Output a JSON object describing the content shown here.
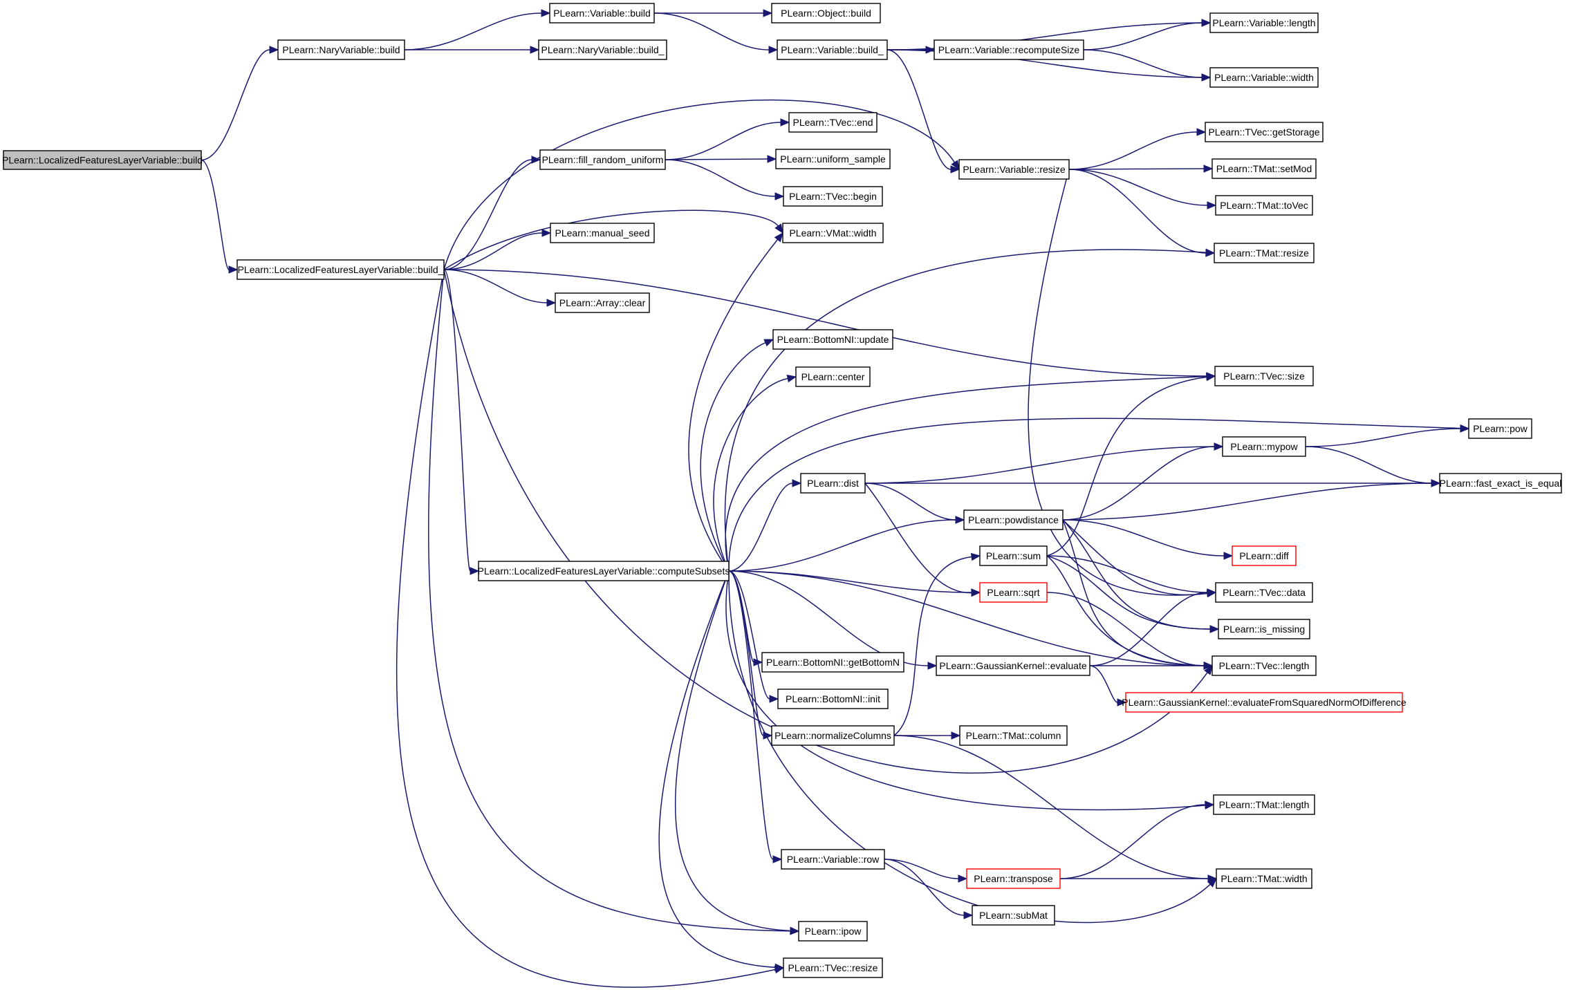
{
  "colors": {
    "edge": "#191970",
    "node_border": "#000000",
    "truncated_border": "#ff0000",
    "root_fill": "#bfbfbf",
    "node_fill": "#ffffff"
  },
  "nodes": [
    {
      "id": "lflv_build",
      "label": "PLearn::LocalizedFeaturesLayerVariable::build",
      "root": true
    },
    {
      "id": "nary_build",
      "label": "PLearn::NaryVariable::build"
    },
    {
      "id": "lflv_build_",
      "label": "PLearn::LocalizedFeaturesLayerVariable::build_"
    },
    {
      "id": "var_build",
      "label": "PLearn::Variable::build"
    },
    {
      "id": "nary_build_",
      "label": "PLearn::NaryVariable::build_"
    },
    {
      "id": "obj_build",
      "label": "PLearn::Object::build"
    },
    {
      "id": "var_build_",
      "label": "PLearn::Variable::build_"
    },
    {
      "id": "var_recompute",
      "label": "PLearn::Variable::recomputeSize"
    },
    {
      "id": "var_length",
      "label": "PLearn::Variable::length"
    },
    {
      "id": "var_width",
      "label": "PLearn::Variable::width"
    },
    {
      "id": "var_resize",
      "label": "PLearn::Variable::resize"
    },
    {
      "id": "tvec_getstorage",
      "label": "PLearn::TVec::getStorage"
    },
    {
      "id": "tmat_setmod",
      "label": "PLearn::TMat::setMod"
    },
    {
      "id": "tmat_tovec",
      "label": "PLearn::TMat::toVec"
    },
    {
      "id": "tmat_resize",
      "label": "PLearn::TMat::resize"
    },
    {
      "id": "fill_random",
      "label": "PLearn::fill_random_uniform"
    },
    {
      "id": "tvec_end",
      "label": "PLearn::TVec::end"
    },
    {
      "id": "uniform_sample",
      "label": "PLearn::uniform_sample"
    },
    {
      "id": "tvec_begin",
      "label": "PLearn::TVec::begin"
    },
    {
      "id": "vmat_width",
      "label": "PLearn::VMat::width"
    },
    {
      "id": "manual_seed",
      "label": "PLearn::manual_seed"
    },
    {
      "id": "array_clear",
      "label": "PLearn::Array::clear"
    },
    {
      "id": "bottomnl_update",
      "label": "PLearn::BottomNI::update"
    },
    {
      "id": "center",
      "label": "PLearn::center"
    },
    {
      "id": "tvec_size",
      "label": "PLearn::TVec::size"
    },
    {
      "id": "pow",
      "label": "PLearn::pow"
    },
    {
      "id": "mypow",
      "label": "PLearn::mypow"
    },
    {
      "id": "dist",
      "label": "PLearn::dist"
    },
    {
      "id": "fast_exact",
      "label": "PLearn::fast_exact_is_equal"
    },
    {
      "id": "powdistance",
      "label": "PLearn::powdistance"
    },
    {
      "id": "diff",
      "label": "PLearn::diff",
      "truncated": true
    },
    {
      "id": "compute_subsets",
      "label": "PLearn::LocalizedFeaturesLayerVariable::computeSubsets"
    },
    {
      "id": "sum",
      "label": "PLearn::sum"
    },
    {
      "id": "sqrt",
      "label": "PLearn::sqrt",
      "truncated": true
    },
    {
      "id": "tvec_data",
      "label": "PLearn::TVec::data"
    },
    {
      "id": "is_missing",
      "label": "PLearn::is_missing"
    },
    {
      "id": "bottomnl_getbottomn",
      "label": "PLearn::BottomNI::getBottomN"
    },
    {
      "id": "gk_evaluate",
      "label": "PLearn::GaussianKernel::evaluate"
    },
    {
      "id": "tvec_length",
      "label": "PLearn::TVec::length"
    },
    {
      "id": "gk_evalsq",
      "label": "PLearn::GaussianKernel::evaluateFromSquaredNormOfDifference",
      "truncated": true
    },
    {
      "id": "bottomnl_init",
      "label": "PLearn::BottomNI::init"
    },
    {
      "id": "normalize_cols",
      "label": "PLearn::normalizeColumns"
    },
    {
      "id": "tmat_column",
      "label": "PLearn::TMat::column"
    },
    {
      "id": "tmat_length",
      "label": "PLearn::TMat::length"
    },
    {
      "id": "var_row",
      "label": "PLearn::Variable::row"
    },
    {
      "id": "transpose",
      "label": "PLearn::transpose",
      "truncated": true
    },
    {
      "id": "tmat_width",
      "label": "PLearn::TMat::width"
    },
    {
      "id": "submat",
      "label": "PLearn::subMat"
    },
    {
      "id": "ipow",
      "label": "PLearn::ipow"
    },
    {
      "id": "tvec_resize",
      "label": "PLearn::TVec::resize"
    }
  ],
  "edges": [
    [
      "lflv_build",
      "nary_build"
    ],
    [
      "lflv_build",
      "lflv_build_"
    ],
    [
      "nary_build",
      "var_build"
    ],
    [
      "nary_build",
      "nary_build_"
    ],
    [
      "var_build",
      "obj_build"
    ],
    [
      "var_build",
      "var_build_"
    ],
    [
      "var_build_",
      "var_recompute"
    ],
    [
      "var_build_",
      "var_length"
    ],
    [
      "var_build_",
      "var_width"
    ],
    [
      "var_build_",
      "var_resize"
    ],
    [
      "var_recompute",
      "var_length"
    ],
    [
      "var_recompute",
      "var_width"
    ],
    [
      "var_resize",
      "tvec_getstorage"
    ],
    [
      "var_resize",
      "tmat_setmod"
    ],
    [
      "var_resize",
      "tmat_tovec"
    ],
    [
      "var_resize",
      "tmat_resize"
    ],
    [
      "var_resize",
      "tvec_data"
    ],
    [
      "lflv_build_",
      "var_resize"
    ],
    [
      "lflv_build_",
      "fill_random"
    ],
    [
      "lflv_build_",
      "vmat_width"
    ],
    [
      "lflv_build_",
      "manual_seed"
    ],
    [
      "lflv_build_",
      "tvec_size"
    ],
    [
      "lflv_build_",
      "array_clear"
    ],
    [
      "lflv_build_",
      "compute_subsets"
    ],
    [
      "lflv_build_",
      "tvec_length"
    ],
    [
      "lflv_build_",
      "ipow"
    ],
    [
      "lflv_build_",
      "tvec_resize"
    ],
    [
      "fill_random",
      "tvec_end"
    ],
    [
      "fill_random",
      "uniform_sample"
    ],
    [
      "fill_random",
      "tvec_begin"
    ],
    [
      "compute_subsets",
      "vmat_width"
    ],
    [
      "compute_subsets",
      "tmat_resize"
    ],
    [
      "compute_subsets",
      "bottomnl_update"
    ],
    [
      "compute_subsets",
      "center"
    ],
    [
      "compute_subsets",
      "tvec_size"
    ],
    [
      "compute_subsets",
      "pow"
    ],
    [
      "compute_subsets",
      "dist"
    ],
    [
      "compute_subsets",
      "powdistance"
    ],
    [
      "compute_subsets",
      "sqrt"
    ],
    [
      "compute_subsets",
      "tvec_length"
    ],
    [
      "compute_subsets",
      "bottomnl_getbottomn"
    ],
    [
      "compute_subsets",
      "gk_evaluate"
    ],
    [
      "compute_subsets",
      "bottomnl_init"
    ],
    [
      "compute_subsets",
      "normalize_cols"
    ],
    [
      "compute_subsets",
      "tmat_length"
    ],
    [
      "compute_subsets",
      "var_row"
    ],
    [
      "compute_subsets",
      "tmat_width"
    ],
    [
      "compute_subsets",
      "ipow"
    ],
    [
      "compute_subsets",
      "tvec_resize"
    ],
    [
      "dist",
      "mypow"
    ],
    [
      "dist",
      "fast_exact"
    ],
    [
      "dist",
      "powdistance"
    ],
    [
      "dist",
      "sqrt"
    ],
    [
      "mypow",
      "pow"
    ],
    [
      "mypow",
      "fast_exact"
    ],
    [
      "powdistance",
      "mypow"
    ],
    [
      "powdistance",
      "fast_exact"
    ],
    [
      "powdistance",
      "diff"
    ],
    [
      "powdistance",
      "tvec_data"
    ],
    [
      "powdistance",
      "is_missing"
    ],
    [
      "powdistance",
      "tvec_length"
    ],
    [
      "sum",
      "tvec_size"
    ],
    [
      "sum",
      "tvec_data"
    ],
    [
      "sum",
      "is_missing"
    ],
    [
      "sum",
      "tvec_length"
    ],
    [
      "sqrt",
      "tvec_length"
    ],
    [
      "gk_evaluate",
      "tvec_data"
    ],
    [
      "gk_evaluate",
      "tvec_length"
    ],
    [
      "gk_evaluate",
      "gk_evalsq"
    ],
    [
      "normalize_cols",
      "sum"
    ],
    [
      "normalize_cols",
      "tmat_column"
    ],
    [
      "normalize_cols",
      "tmat_width"
    ],
    [
      "var_row",
      "transpose"
    ],
    [
      "var_row",
      "submat"
    ],
    [
      "transpose",
      "tmat_length"
    ],
    [
      "transpose",
      "tmat_width"
    ]
  ]
}
